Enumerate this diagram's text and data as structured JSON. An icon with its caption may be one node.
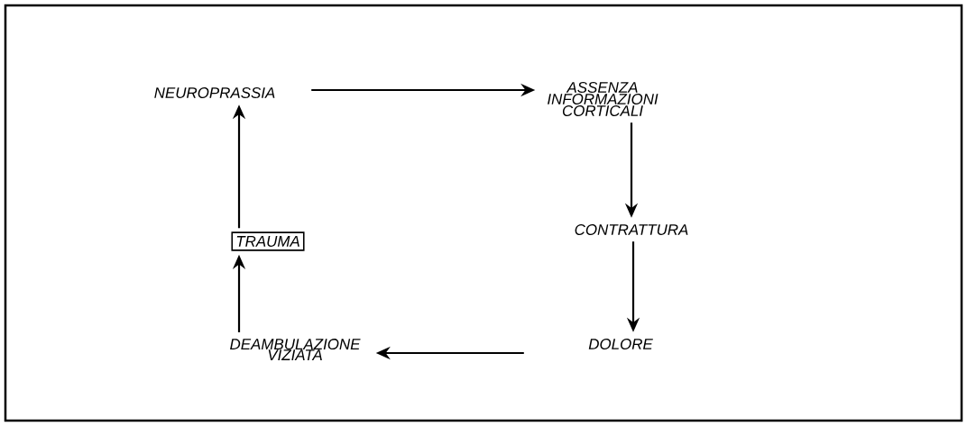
{
  "diagram": {
    "nodes": [
      {
        "text": [
          "TRAUMA"
        ]
      },
      {
        "text": [
          "NEUROPRASSIA"
        ]
      },
      {
        "text": [
          "ASSENZA INFORMAZIONI CORTICALI"
        ]
      },
      {
        "text": [
          "CONTRATTURA"
        ]
      },
      {
        "text": [
          "DOLORE"
        ]
      },
      {
        "text": [
          "DEAMBULAZIONE VIZIATA"
        ]
      }
    ],
    "edges": [
      {
        "from": 0,
        "to": 1,
        "arrow": "to"
      },
      {
        "from": 1,
        "to": 2,
        "arrow": "to"
      },
      {
        "from": 2,
        "to": 3,
        "arrow": "to"
      },
      {
        "from": 3,
        "to": 4,
        "arrow": "to"
      },
      {
        "from": 4,
        "to": 5,
        "arrow": "to"
      },
      {
        "from": 5,
        "to": 0,
        "arrow": "to"
      }
    ]
  }
}
